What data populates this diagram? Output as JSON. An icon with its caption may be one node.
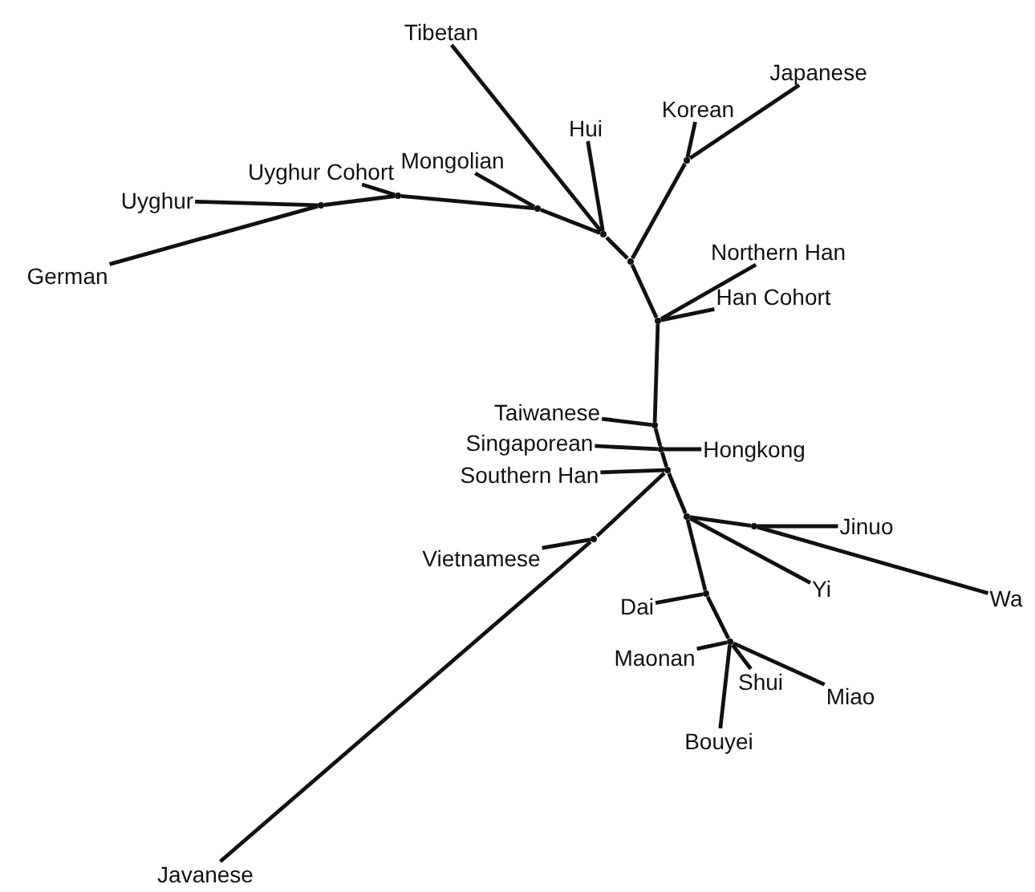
{
  "diagram": {
    "nodes": [
      {
        "text": [
          "Tibetan"
        ]
      },
      {
        "text": [
          "Japanese"
        ]
      },
      {
        "text": [
          "Hui"
        ]
      },
      {
        "text": [
          "Korean"
        ]
      },
      {
        "text": [
          "Uyghur Cohort"
        ]
      },
      {
        "text": [
          "Mongolian"
        ]
      },
      {
        "text": [
          "Uyghur"
        ]
      },
      {
        "text": [
          "German"
        ]
      },
      {
        "text": [
          "Northern Han"
        ]
      },
      {
        "text": [
          "Han Cohort"
        ]
      },
      {
        "text": [
          "Taiwanese"
        ]
      },
      {
        "text": [
          "Singaporean"
        ]
      },
      {
        "text": [
          "Hongkong"
        ]
      },
      {
        "text": [
          "Southern Han"
        ]
      },
      {
        "text": [
          "Jinuo"
        ]
      },
      {
        "text": [
          "Vietnamese"
        ]
      },
      {
        "text": [
          "Wa"
        ]
      },
      {
        "text": [
          "Dai"
        ]
      },
      {
        "text": [
          "Yi"
        ]
      },
      {
        "text": [
          "Maonan"
        ]
      },
      {
        "text": [
          "Shui"
        ]
      },
      {
        "text": [
          "Miao"
        ]
      },
      {
        "text": [
          "Bouyei"
        ]
      },
      {
        "text": [
          "Javanese"
        ]
      },
      {
        "text": [],
        "shape": "point"
      },
      {
        "text": [],
        "shape": "point"
      },
      {
        "text": [],
        "shape": "point"
      },
      {
        "text": [],
        "shape": "point"
      },
      {
        "text": [],
        "shape": "point"
      },
      {
        "text": [],
        "shape": "point"
      },
      {
        "text": [],
        "shape": "point"
      },
      {
        "text": [],
        "shape": "point"
      },
      {
        "text": [],
        "shape": "point"
      },
      {
        "text": [],
        "shape": "point"
      },
      {
        "text": [],
        "shape": "point"
      },
      {
        "text": [],
        "shape": "point"
      },
      {
        "text": [],
        "shape": "point"
      },
      {
        "text": [],
        "shape": "point"
      },
      {
        "text": [],
        "shape": "point"
      }
    ],
    "edges": [
      {
        "from": 24,
        "to": 25,
        "arrow": "none"
      },
      {
        "from": 24,
        "to": 26,
        "arrow": "none"
      },
      {
        "from": 24,
        "to": 30,
        "arrow": "none"
      },
      {
        "from": 25,
        "to": 0,
        "arrow": "none"
      },
      {
        "from": 25,
        "to": 2,
        "arrow": "none"
      },
      {
        "from": 25,
        "to": 27,
        "arrow": "none"
      },
      {
        "from": 26,
        "to": 1,
        "arrow": "none"
      },
      {
        "from": 26,
        "to": 3,
        "arrow": "none"
      },
      {
        "from": 27,
        "to": 5,
        "arrow": "none"
      },
      {
        "from": 27,
        "to": 28,
        "arrow": "none"
      },
      {
        "from": 28,
        "to": 4,
        "arrow": "none"
      },
      {
        "from": 28,
        "to": 29,
        "arrow": "none"
      },
      {
        "from": 29,
        "to": 6,
        "arrow": "none"
      },
      {
        "from": 29,
        "to": 7,
        "arrow": "none"
      },
      {
        "from": 30,
        "to": 8,
        "arrow": "none"
      },
      {
        "from": 30,
        "to": 9,
        "arrow": "none"
      },
      {
        "from": 30,
        "to": 31,
        "arrow": "none"
      },
      {
        "from": 31,
        "to": 10,
        "arrow": "none"
      },
      {
        "from": 31,
        "to": 32,
        "arrow": "none"
      },
      {
        "from": 32,
        "to": 11,
        "arrow": "none"
      },
      {
        "from": 32,
        "to": 12,
        "arrow": "none"
      },
      {
        "from": 32,
        "to": 33,
        "arrow": "none"
      },
      {
        "from": 33,
        "to": 13,
        "arrow": "none"
      },
      {
        "from": 33,
        "to": 35,
        "arrow": "none"
      },
      {
        "from": 33,
        "to": 34,
        "arrow": "none"
      },
      {
        "from": 35,
        "to": 15,
        "arrow": "none"
      },
      {
        "from": 35,
        "to": 23,
        "arrow": "none"
      },
      {
        "from": 34,
        "to": 36,
        "arrow": "none"
      },
      {
        "from": 34,
        "to": 18,
        "arrow": "none"
      },
      {
        "from": 34,
        "to": 37,
        "arrow": "none"
      },
      {
        "from": 36,
        "to": 14,
        "arrow": "none"
      },
      {
        "from": 36,
        "to": 16,
        "arrow": "none"
      },
      {
        "from": 37,
        "to": 17,
        "arrow": "none"
      },
      {
        "from": 37,
        "to": 38,
        "arrow": "none"
      },
      {
        "from": 38,
        "to": 19,
        "arrow": "none"
      },
      {
        "from": 38,
        "to": 20,
        "arrow": "none"
      },
      {
        "from": 38,
        "to": 21,
        "arrow": "none"
      },
      {
        "from": 38,
        "to": 22,
        "arrow": "none"
      }
    ]
  }
}
